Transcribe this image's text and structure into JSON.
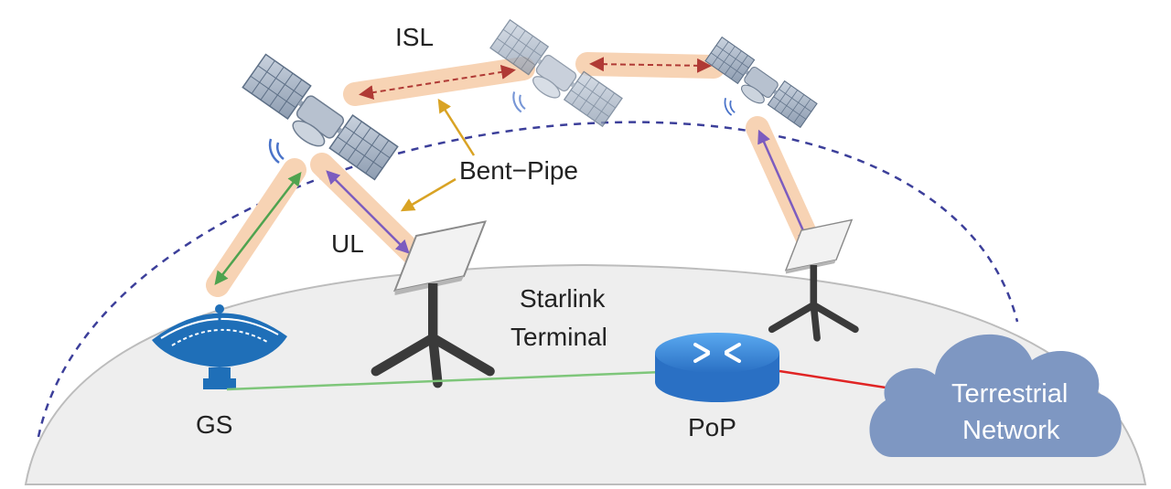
{
  "labels": {
    "isl": "ISL",
    "bent_pipe": "Bent−Pipe",
    "ul": "UL",
    "terminal_line1": "Starlink",
    "terminal_line2": "Terminal",
    "gs": "GS",
    "pop": "PoP",
    "network_line1": "Terrestrial",
    "network_line2": "Network"
  },
  "colors": {
    "earth_fill": "#eeeeee",
    "earth_stroke": "#bcbcbc",
    "orbit": "#3c3f9a",
    "link_glow": "#f7d3b4",
    "isl_arrow": "#b03a35",
    "gs_link": "#4fa34f",
    "ul_link": "#7c5cbf",
    "annotation": "#d9a324",
    "ground_link": "#7ec67a",
    "network_link": "#e02424",
    "cloud": "#7e97c2",
    "router": "#3d8fe0",
    "dish": "#1f6fb8"
  },
  "icons": [
    "satellite-icon",
    "ground-station-dish-icon",
    "starlink-terminal-icon",
    "router-icon",
    "cloud-icon"
  ]
}
